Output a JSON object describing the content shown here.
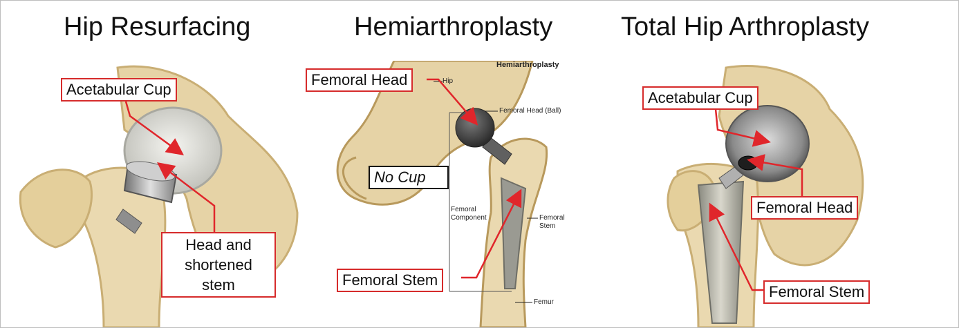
{
  "titles": {
    "left": "Hip Resurfacing",
    "middle": "Hemiarthroplasty",
    "right": "Total Hip Arthroplasty"
  },
  "left_panel": {
    "acetabular_cup": "Acetabular Cup",
    "head_stem": "Head and shortened stem"
  },
  "middle_panel": {
    "femoral_head": "Femoral Head",
    "no_cup": "No Cup",
    "femoral_stem": "Femoral Stem",
    "small_labels": {
      "heading": "Hemiarthroplasty",
      "hip": "Hip",
      "femoral_head_ball": "Femoral Head (Ball)",
      "femoral_component_line1": "Femoral",
      "femoral_component_line2": "Component",
      "femoral_stem_line1": "Femoral",
      "femoral_stem_line2": "Stem",
      "femur": "Femur"
    }
  },
  "right_panel": {
    "acetabular_cup": "Acetabular Cup",
    "femoral_head": "Femoral Head",
    "femoral_stem": "Femoral Stem"
  },
  "colors": {
    "label_border": "#d62b2b",
    "arrow": "#e0262b",
    "bone": "#e6d3a6",
    "bone_shadow": "#c9ae74",
    "implant": "#9a9a9a"
  }
}
